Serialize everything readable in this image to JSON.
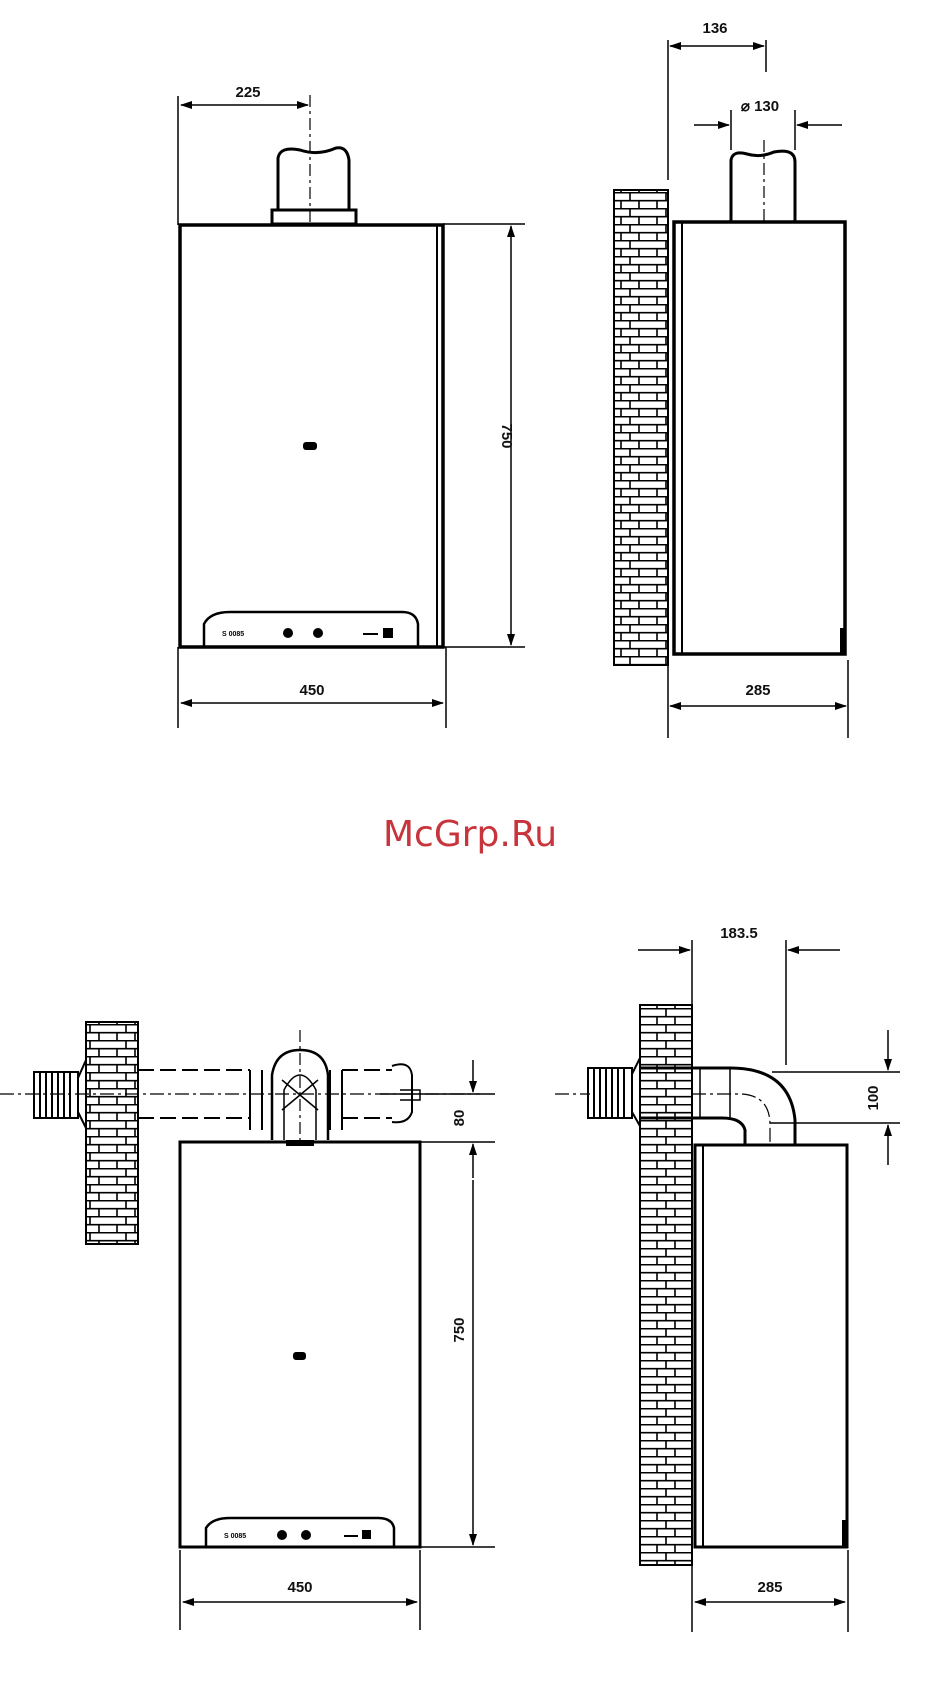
{
  "watermark": {
    "text": "McGrp.Ru",
    "color": "#c8343c"
  },
  "views": {
    "top_front": {
      "flue_offset": "225",
      "height": "750",
      "width": "450"
    },
    "top_side": {
      "flue_offset": "136",
      "flue_diameter": "⌀ 130",
      "depth": "285"
    },
    "bottom_front": {
      "flue_clearance": "80",
      "height": "750",
      "width": "450"
    },
    "bottom_side": {
      "elbow_offset": "183.5",
      "elbow_height": "100",
      "depth": "285"
    }
  },
  "panel_label": "S 0085"
}
